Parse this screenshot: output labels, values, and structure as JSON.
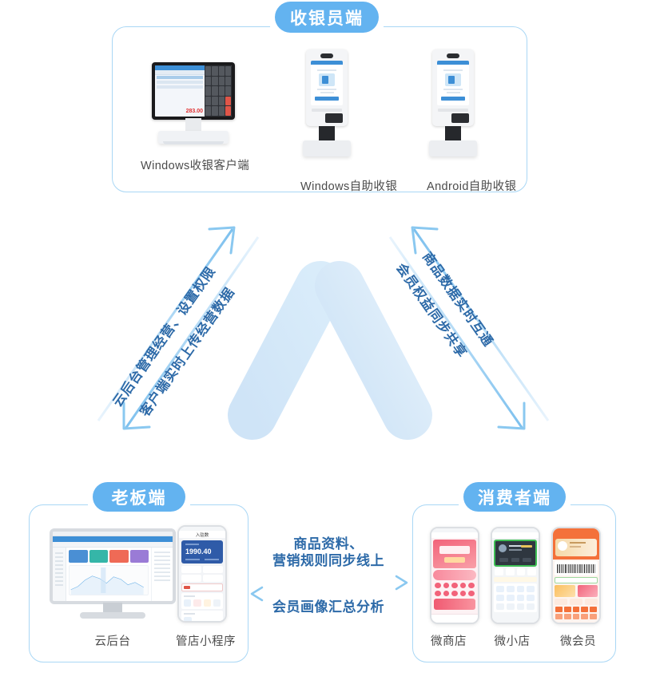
{
  "sections": {
    "cashier": {
      "badge": "收银员端",
      "devices": [
        {
          "name": "Windows收银客户端",
          "icon": "pos-terminal-icon"
        },
        {
          "name": "Windows自助收银",
          "icon": "kiosk-icon"
        },
        {
          "name": "Android自助收银",
          "icon": "kiosk-icon"
        }
      ]
    },
    "boss": {
      "badge": "老板端",
      "devices": [
        {
          "name": "云后台",
          "icon": "desktop-monitor-icon"
        },
        {
          "name": "管店小程序",
          "icon": "phone-icon"
        }
      ],
      "monitor_screen": {
        "card_colors": [
          "#4a8fd4",
          "#35b6a8",
          "#ef6a56",
          "#9a7bd6"
        ]
      },
      "phone_screen": {
        "title": "入驻数",
        "amount": "1990.40"
      }
    },
    "consumer": {
      "badge": "消费者端",
      "devices": [
        {
          "name": "微商店",
          "icon": "phone-icon",
          "accent": "#f2637a"
        },
        {
          "name": "微小店",
          "icon": "phone-icon",
          "accent": "#3f8fe0"
        },
        {
          "name": "微会员",
          "icon": "phone-icon",
          "accent": "#f4713a"
        }
      ]
    }
  },
  "flows": {
    "left": {
      "up_label": "云后台管理经营、设置权限",
      "down_label": "客户端实时上传经营数据"
    },
    "right": {
      "up_label": "商品数据实时互通",
      "down_label": "会员权益同步共享"
    },
    "center": {
      "forward_line1": "商品资料、",
      "forward_line2": "营销规则同步线上",
      "backward_label": "会员画像汇总分析"
    }
  },
  "logo": {
    "name": "triangle-logo",
    "color_light": "#d8e9f8",
    "color_mid": "#c3dcf4",
    "color_dark": "#b5d4f0"
  },
  "colors": {
    "accent": "#63b3f0",
    "border": "#a9d7f5",
    "text_blue": "#2d6aa8",
    "label_gray": "#4b4b4b"
  }
}
